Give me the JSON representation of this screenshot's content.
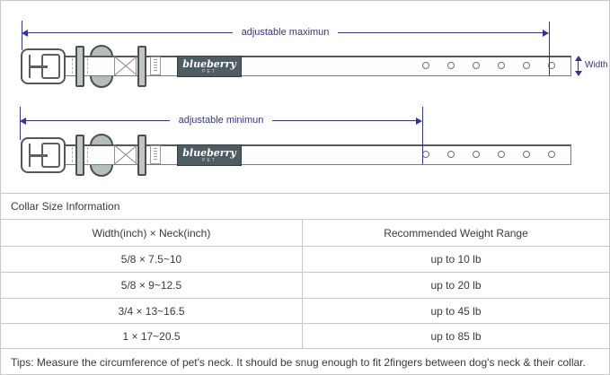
{
  "annotations": {
    "adjustable_max": "adjustable maximun",
    "adjustable_min": "adjustable minimun",
    "width": "Width"
  },
  "brand": {
    "logo": "blueberry",
    "logo_sub": "PET"
  },
  "size_table": {
    "title": "Collar Size Information",
    "headers": [
      "Width(inch) × Neck(inch)",
      "Recommended Weight Range"
    ],
    "rows": [
      {
        "size": "5/8 × 7.5~10",
        "weight": "up to 10 lb"
      },
      {
        "size": "5/8 × 9~12.5",
        "weight": "up to 20 lb"
      },
      {
        "size": "3/4 × 13~16.5",
        "weight": "up to 45 lb"
      },
      {
        "size": "1 × 17~20.5",
        "weight": "up to 85 lb"
      }
    ],
    "tips": "Tips: Measure the circumference of pet's neck. It should be snug enough to fit 2fingers between dog's neck & their collar."
  },
  "colors": {
    "dimension_blue": "#33339c",
    "logo_background": "#4e5d61",
    "hardware_gray": "#bdc7c7",
    "table_border": "#c9c9c9"
  }
}
